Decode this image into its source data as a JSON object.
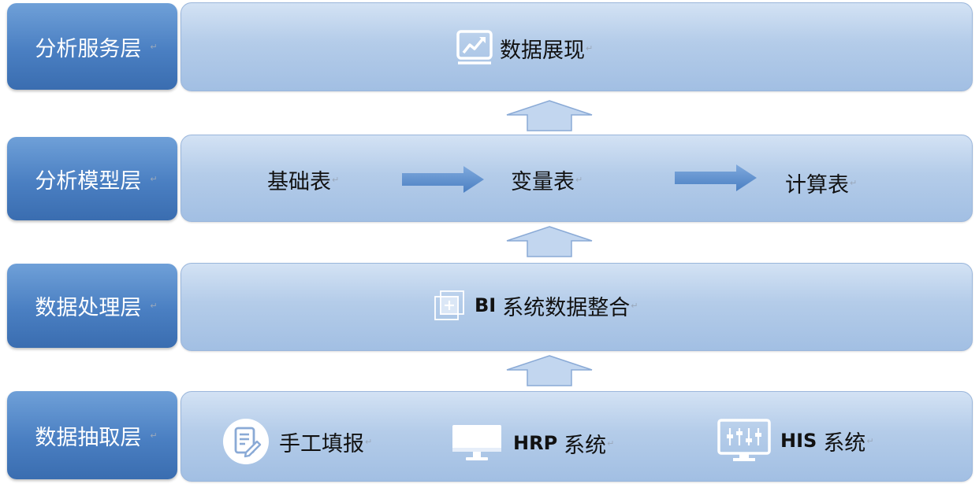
{
  "layers": [
    {
      "label": "分析服务层"
    },
    {
      "label": "分析模型层"
    },
    {
      "label": "数据处理层"
    },
    {
      "label": "数据抽取层"
    }
  ],
  "service": {
    "item": "数据展现",
    "icon": "chart-trend-icon"
  },
  "model": {
    "items": [
      "基础表",
      "变量表",
      "计算表"
    ]
  },
  "processing": {
    "item_prefix": "BI",
    "item_suffix": "系统数据整合",
    "icon": "integration-icon"
  },
  "extraction": {
    "items": [
      {
        "label": "手工填报",
        "icon": "form-edit-icon"
      },
      {
        "label_prefix": "HRP",
        "label_suffix": "系统",
        "icon": "monitor-icon"
      },
      {
        "label_prefix": "HIS",
        "label_suffix": "系统",
        "icon": "sliders-icon"
      }
    ]
  },
  "colors": {
    "label_fill": "#4a7fc2",
    "band_fill": "#b4cce9",
    "arrow_fill": "#5b8fd0"
  }
}
